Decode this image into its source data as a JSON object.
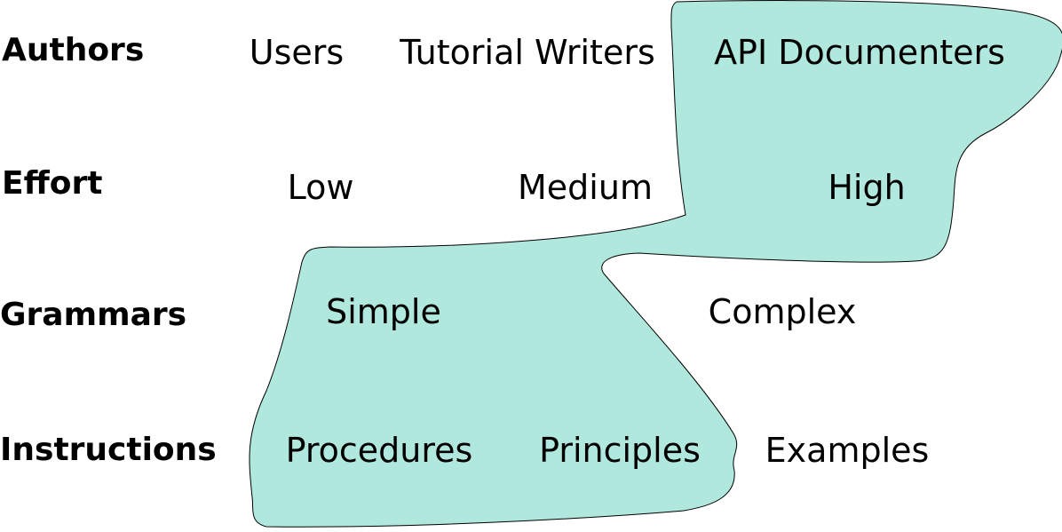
{
  "colors": {
    "highlight_fill": "#b0e8de",
    "outline": "#000000",
    "text": "#000000"
  },
  "rows": [
    {
      "label": "Authors",
      "cells": [
        "Users",
        "Tutorial Writers",
        "API Documenters"
      ]
    },
    {
      "label": "Effort",
      "cells": [
        "Low",
        "Medium",
        "High"
      ]
    },
    {
      "label": "Grammars",
      "cells": [
        "Simple",
        "Complex"
      ]
    },
    {
      "label": "Instructions",
      "cells": [
        "Procedures",
        "Principles",
        "Examples"
      ]
    }
  ],
  "highlighted_cells": [
    "API Documenters",
    "High",
    "Simple",
    "Procedures",
    "Principles"
  ]
}
